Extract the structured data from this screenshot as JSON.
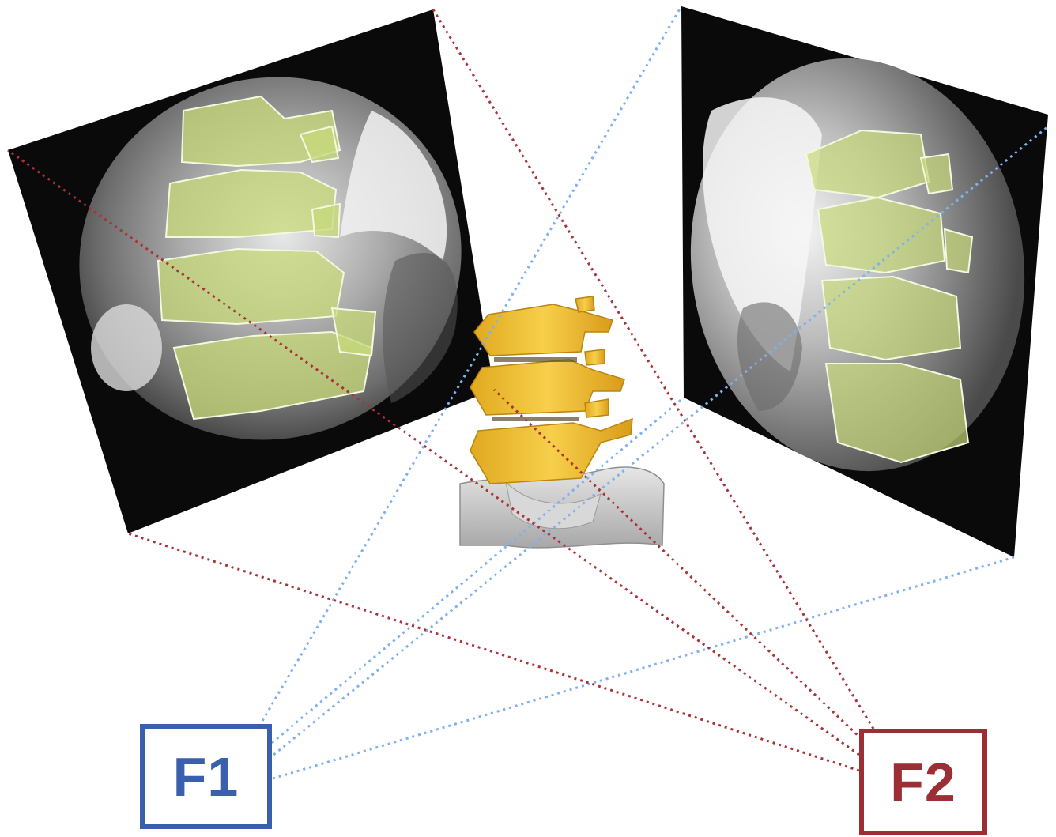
{
  "sources": {
    "f1": {
      "label": "F1",
      "color": "#3a5fad",
      "ray_color": "#7fb0f0"
    },
    "f2": {
      "label": "F2",
      "color": "#9b2f35",
      "ray_color": "#a8343a"
    }
  },
  "images": {
    "left_detector": {
      "content": "fluoroscopic-xray-with-vertebrae-overlay",
      "overlay_color": "#c7d97a"
    },
    "right_detector": {
      "content": "fluoroscopic-xray-with-vertebrae-overlay",
      "overlay_color": "#c7d97a"
    },
    "center_model": {
      "content": "3d-lumbar-spine-model",
      "bone_color": "#f2c13a",
      "pelvis_color": "#c9c9c9"
    }
  }
}
